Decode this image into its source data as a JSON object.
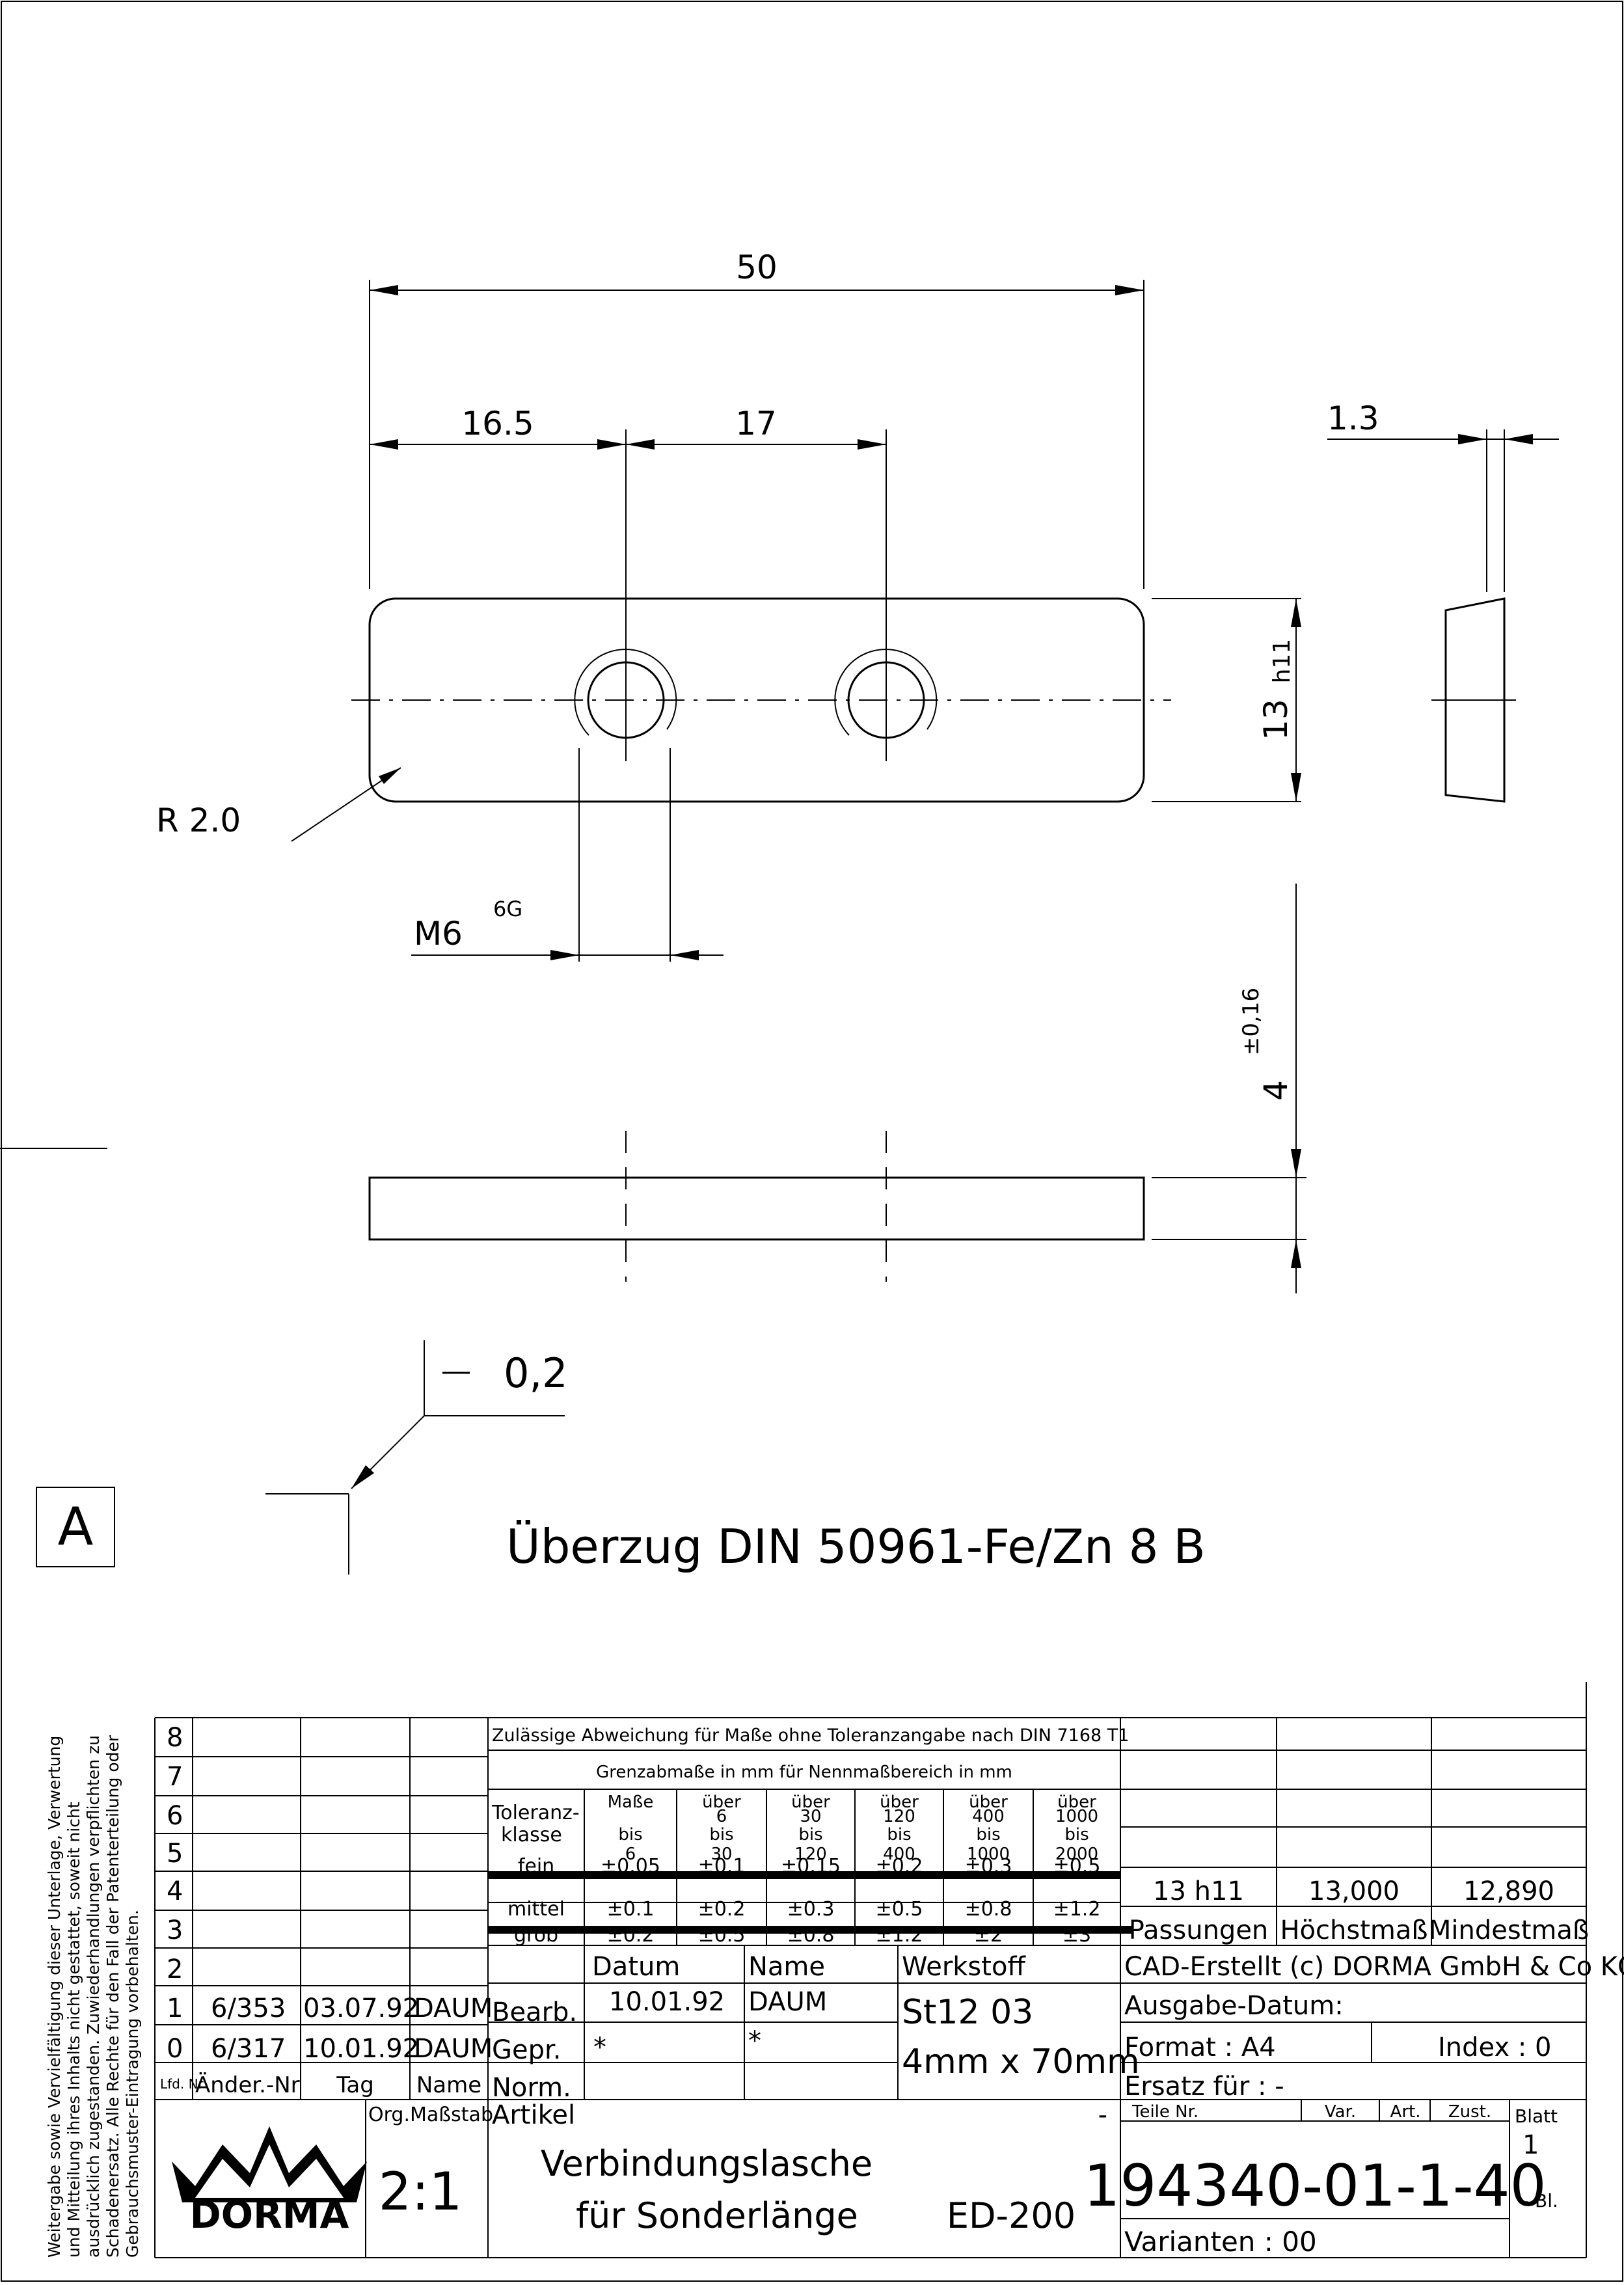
{
  "drawing": {
    "dims": {
      "total_length": "50",
      "hole1_offset": "16.5",
      "hole_spacing": "17",
      "thickness_side": "1.3",
      "height": "13",
      "height_fit": "h11",
      "radius": "R  2.0",
      "thread": "M6",
      "thread_class": "6G",
      "thickness": "4",
      "thickness_tol": "±0,16",
      "flatness": "0,2"
    },
    "datum_label": "A",
    "coating_note": "Überzug DIN 50961-Fe/Zn 8 B",
    "side_note": "Weitergabe sowie Vervielfältigung dieser Unterlage, Verwertung und Mitteilung ihres Inhalts nicht gestattet, soweit nicht ausdrücklich zugestanden. Zuwiederhandlungen verpflichten zu Schadenersatz. Alle Rechte für den Fall der Patenterteilung oder Gebrauchsmuster-Eintragung vorbehalten."
  },
  "title_block": {
    "revisions": {
      "rows": [
        "8",
        "7",
        "6",
        "5",
        "4",
        "3",
        "2",
        "1",
        "0"
      ],
      "row1": {
        "nr": "6/353",
        "date": "03.07.92",
        "name": "DAUM"
      },
      "row0": {
        "nr": "6/317",
        "date": "10.01.92",
        "name": "DAUM"
      },
      "headers": {
        "lfd": "Lfd. Nr",
        "aender": "Änder.-Nr",
        "tag": "Tag",
        "name": "Name"
      }
    },
    "tolerance": {
      "header": "Zulässige Abweichung für Maße ohne Toleranzangabe nach DIN  7168 T1",
      "subheader": "Grenzabmaße in mm für Nennmaßbereich in mm",
      "class_label": "Toleranz-klasse",
      "col_heads": [
        {
          "l1": "Maße",
          "l2": "",
          "l3": "bis",
          "l4": "6"
        },
        {
          "l1": "über",
          "l2": "6",
          "l3": "bis",
          "l4": "30"
        },
        {
          "l1": "über",
          "l2": "30",
          "l3": "bis",
          "l4": "120"
        },
        {
          "l1": "über",
          "l2": "120",
          "l3": "bis",
          "l4": "400"
        },
        {
          "l1": "über",
          "l2": "400",
          "l3": "bis",
          "l4": "1000"
        },
        {
          "l1": "über",
          "l2": "1000",
          "l3": "bis",
          "l4": "2000"
        }
      ],
      "rows": [
        {
          "name": "fein",
          "values": [
            "±0.05",
            "±0.1",
            "±0.15",
            "±0.2",
            "±0.3",
            "±0.5"
          ]
        },
        {
          "name": "mittel",
          "values": [
            "±0.1",
            "±0.2",
            "±0.3",
            "±0.5",
            "±0.8",
            "±1.2"
          ]
        },
        {
          "name": "grob",
          "values": [
            "±0.2",
            "±0.5",
            "±0.8",
            "±1.2",
            "±2",
            "±3"
          ]
        }
      ]
    },
    "fits": {
      "fit": "13 h11",
      "max": "13,000",
      "min": "12,890",
      "label_fit": "Passungen",
      "label_max": "Höchstmaß",
      "label_min": "Mindestmaß"
    },
    "approval": {
      "datum": "Datum",
      "name": "Name",
      "bearb": "Bearb.",
      "bearb_date": "10.01.92",
      "bearb_name": "DAUM",
      "gepr": "Gepr.",
      "gepr_date": "*",
      "gepr_name": "*",
      "norm": "Norm."
    },
    "material": {
      "label": "Werkstoff",
      "value": "St12 03",
      "size": "4mm x 70mm"
    },
    "cad": "CAD-Erstellt  (c) DORMA GmbH & Co KG",
    "ausgabe": "Ausgabe-Datum:",
    "format": "Format : A4",
    "index": "Index : 0",
    "ersatz": "Ersatz für : -",
    "scale": {
      "label": "Org.Maßstab",
      "value": "2:1"
    },
    "article": {
      "label": "Artikel",
      "dash": "-",
      "line1": "Verbindungslasche",
      "line2": "für Sonderlänge",
      "code": "ED-200"
    },
    "part": {
      "label": "Teile Nr.",
      "var": "Var.",
      "art": "Art.",
      "zust": "Zust.",
      "number": "194340-01-1-40",
      "varianten": "Varianten : 00",
      "blatt": "Blatt",
      "blatt_nr": "1",
      "bl": "-  Bl."
    },
    "logo": "DORMA"
  }
}
